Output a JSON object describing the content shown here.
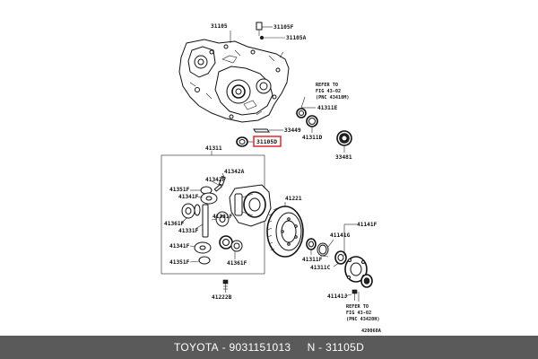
{
  "parts": {
    "p31105": "31105",
    "p31105F": "31105F",
    "p31105A": "31105A",
    "p33449": "33449",
    "p31105D": "31105D",
    "p41311E": "41311E",
    "p41311D": "41311D",
    "p33481": "33481",
    "p41311": "41311",
    "p41342A": "41342A",
    "p41342F": "41342F",
    "p41351F": "41351F",
    "p41341F_top": "41341F",
    "p41361F_left": "41361F",
    "p41331F_left": "41331F",
    "p41331F_right": "41331F",
    "p41341F_bottom": "41341F",
    "p41351F_bottom": "41351F",
    "p41361F_bottom": "41361F",
    "p41221": "41221",
    "p41141F": "41141F",
    "p41141G": "41141G",
    "p41311F": "41311F",
    "p41311C": "41311C",
    "p41141J": "41141J",
    "p41222B": "41222B"
  },
  "refs": {
    "top": [
      "REFER TO",
      "FIG 43-02",
      "(PNC 43410M)"
    ],
    "bottom": [
      "REFER TO",
      "FIG 43-02",
      "(PNC 43420H)"
    ]
  },
  "highlight_part": "31105D",
  "figure_code": "420068A",
  "footer": {
    "brand": "TOYOTA",
    "sep1": " - ",
    "part_number": "9031151013",
    "gap": "     N - ",
    "ref_code": "31105D"
  },
  "colors": {
    "highlight_border": "#e0191d",
    "footer_bg": "#5a5a5a",
    "footer_text": "#ffffff"
  }
}
